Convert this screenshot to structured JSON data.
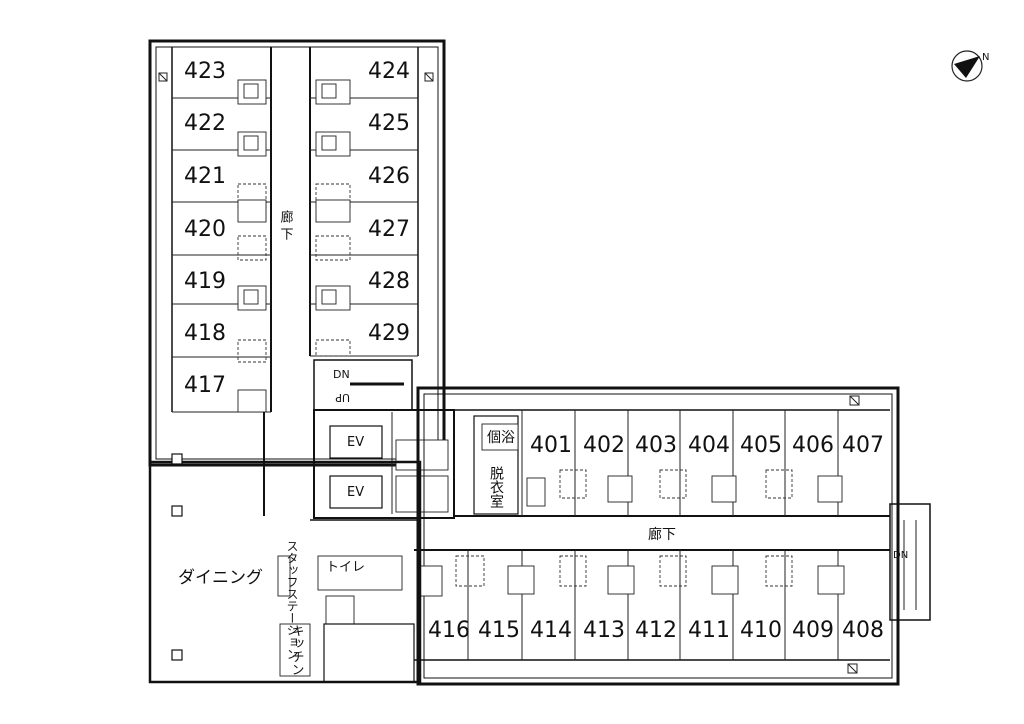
{
  "compass": {
    "north_label": "N",
    "icon": "north-arrow-icon"
  },
  "north_wing": {
    "corridor_label": "廊\n下",
    "rooms_west": [
      "423",
      "422",
      "421",
      "420",
      "419",
      "418",
      "417"
    ],
    "rooms_east": [
      "424",
      "425",
      "426",
      "427",
      "428",
      "429"
    ]
  },
  "east_wing": {
    "corridor_label": "廊下",
    "rooms_north": [
      "401",
      "402",
      "403",
      "404",
      "405",
      "406",
      "407"
    ],
    "rooms_south": [
      "416",
      "415",
      "414",
      "413",
      "412",
      "411",
      "410",
      "409",
      "408"
    ],
    "bath": "個浴",
    "changing_room": "脱衣室",
    "stair_label": "DN"
  },
  "core": {
    "elevator_labels": [
      "EV",
      "EV"
    ],
    "stair_dn": "DN",
    "stair_up": "UP"
  },
  "common": {
    "dining": "ダイニング",
    "staff_station": "スタッフステーション",
    "toilet": "トイレ",
    "kitchen": "キッチン"
  }
}
